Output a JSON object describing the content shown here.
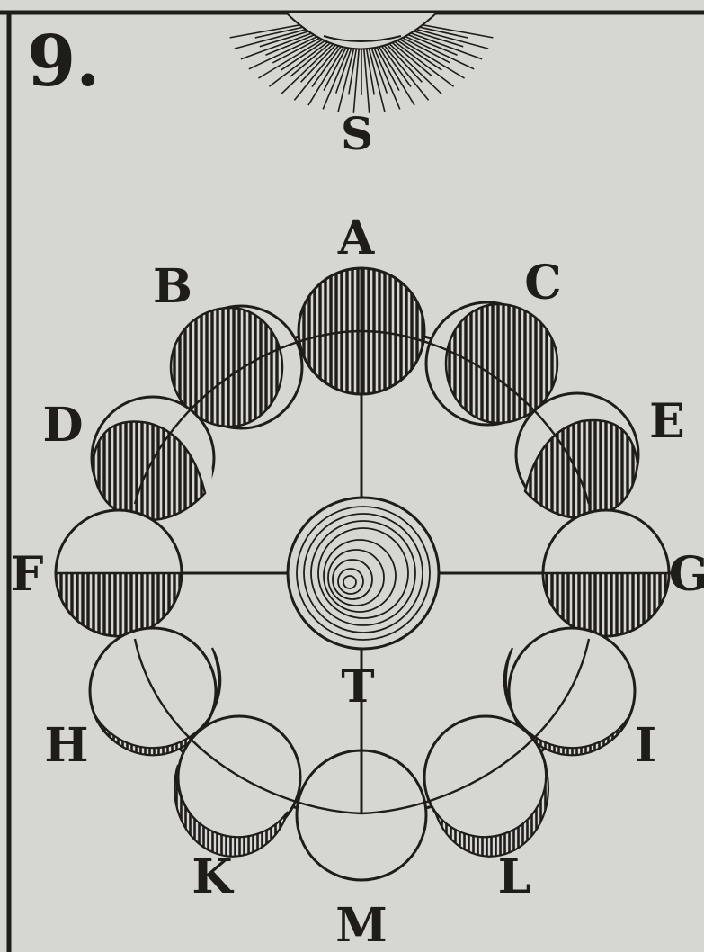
{
  "figure_number": "9.",
  "sun_label": "S",
  "earth_label": "T",
  "phases": [
    {
      "label": "A",
      "shade": "full"
    },
    {
      "label": "B",
      "shade": "gibbous-right"
    },
    {
      "label": "C",
      "shade": "gibbous-left"
    },
    {
      "label": "D",
      "shade": "bottom-heavy"
    },
    {
      "label": "E",
      "shade": "bottom-heavy"
    },
    {
      "label": "F",
      "shade": "bottom-half"
    },
    {
      "label": "G",
      "shade": "bottom-half"
    },
    {
      "label": "H",
      "shade": "crescent"
    },
    {
      "label": "I",
      "shade": "crescent"
    },
    {
      "label": "K",
      "shade": "crescent"
    },
    {
      "label": "L",
      "shade": "crescent"
    },
    {
      "label": "M",
      "shade": "none"
    }
  ],
  "colors": {
    "ink": "#1f1d1a",
    "paper": "#d6d7d3"
  }
}
